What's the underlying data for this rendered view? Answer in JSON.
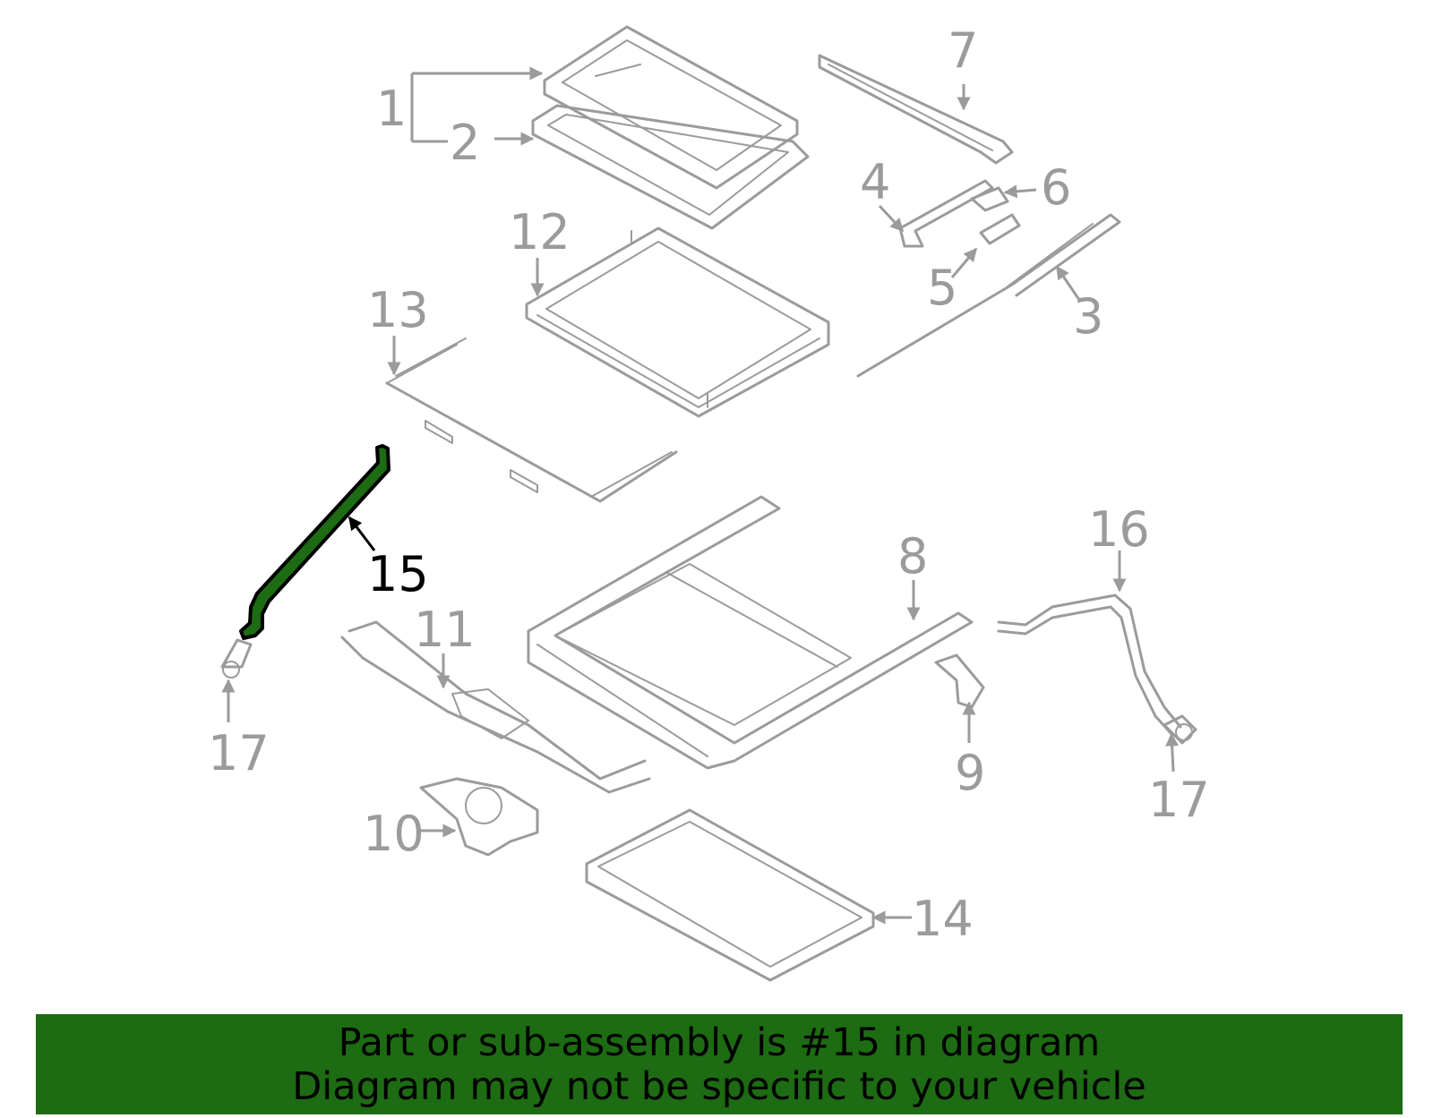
{
  "highlight_color": "#1d6b12",
  "part_color": "#9b9b9b",
  "highlighted_part": "15",
  "callouts": {
    "c1": "1",
    "c2": "2",
    "c3": "3",
    "c4": "4",
    "c5": "5",
    "c6": "6",
    "c7": "7",
    "c8": "8",
    "c9": "9",
    "c10": "10",
    "c11": "11",
    "c12": "12",
    "c13": "13",
    "c14": "14",
    "c15": "15",
    "c16": "16",
    "c17a": "17",
    "c17b": "17"
  },
  "banner": {
    "line1": "Part or sub-assembly is #15 in diagram",
    "line2": "Diagram may not be specific to your vehicle"
  }
}
